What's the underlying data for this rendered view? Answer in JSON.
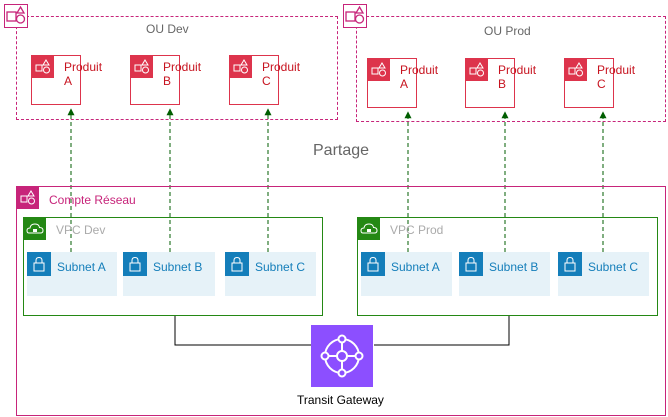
{
  "diagram": {
    "share_label": "Partage",
    "ous": [
      {
        "title": "OU Dev",
        "products": [
          {
            "label": "Produit\nA"
          },
          {
            "label": "Produit\nB"
          },
          {
            "label": "Produit\nC"
          }
        ]
      },
      {
        "title": "OU Prod",
        "products": [
          {
            "label": "Produit\nA"
          },
          {
            "label": "Produit\nB"
          },
          {
            "label": "Produit\nC"
          }
        ]
      }
    ],
    "account": {
      "title": "Compte Réseau"
    },
    "vpcs": [
      {
        "title": "VPC Dev",
        "subnets": [
          "Subnet A",
          "Subnet B",
          "Subnet C"
        ]
      },
      {
        "title": "VPC Prod",
        "subnets": [
          "Subnet A",
          "Subnet B",
          "Subnet C"
        ]
      }
    ],
    "transit_gateway": {
      "label": "Transit Gateway"
    },
    "colors": {
      "ou_border": "#c7247a",
      "product": "#dd344c",
      "vpc": "#248814",
      "subnet": "#147eba",
      "subnet_bg": "#e6f2f8",
      "transit_gateway": "#8c4fff",
      "share_arrow": "#005e00"
    },
    "icons": {
      "ou": "organization-unit-icon",
      "product": "service-catalog-product-icon",
      "account": "account-icon",
      "vpc": "vpc-cloud-lock-icon",
      "subnet": "subnet-lock-icon",
      "tgw": "transit-gateway-icon"
    }
  }
}
